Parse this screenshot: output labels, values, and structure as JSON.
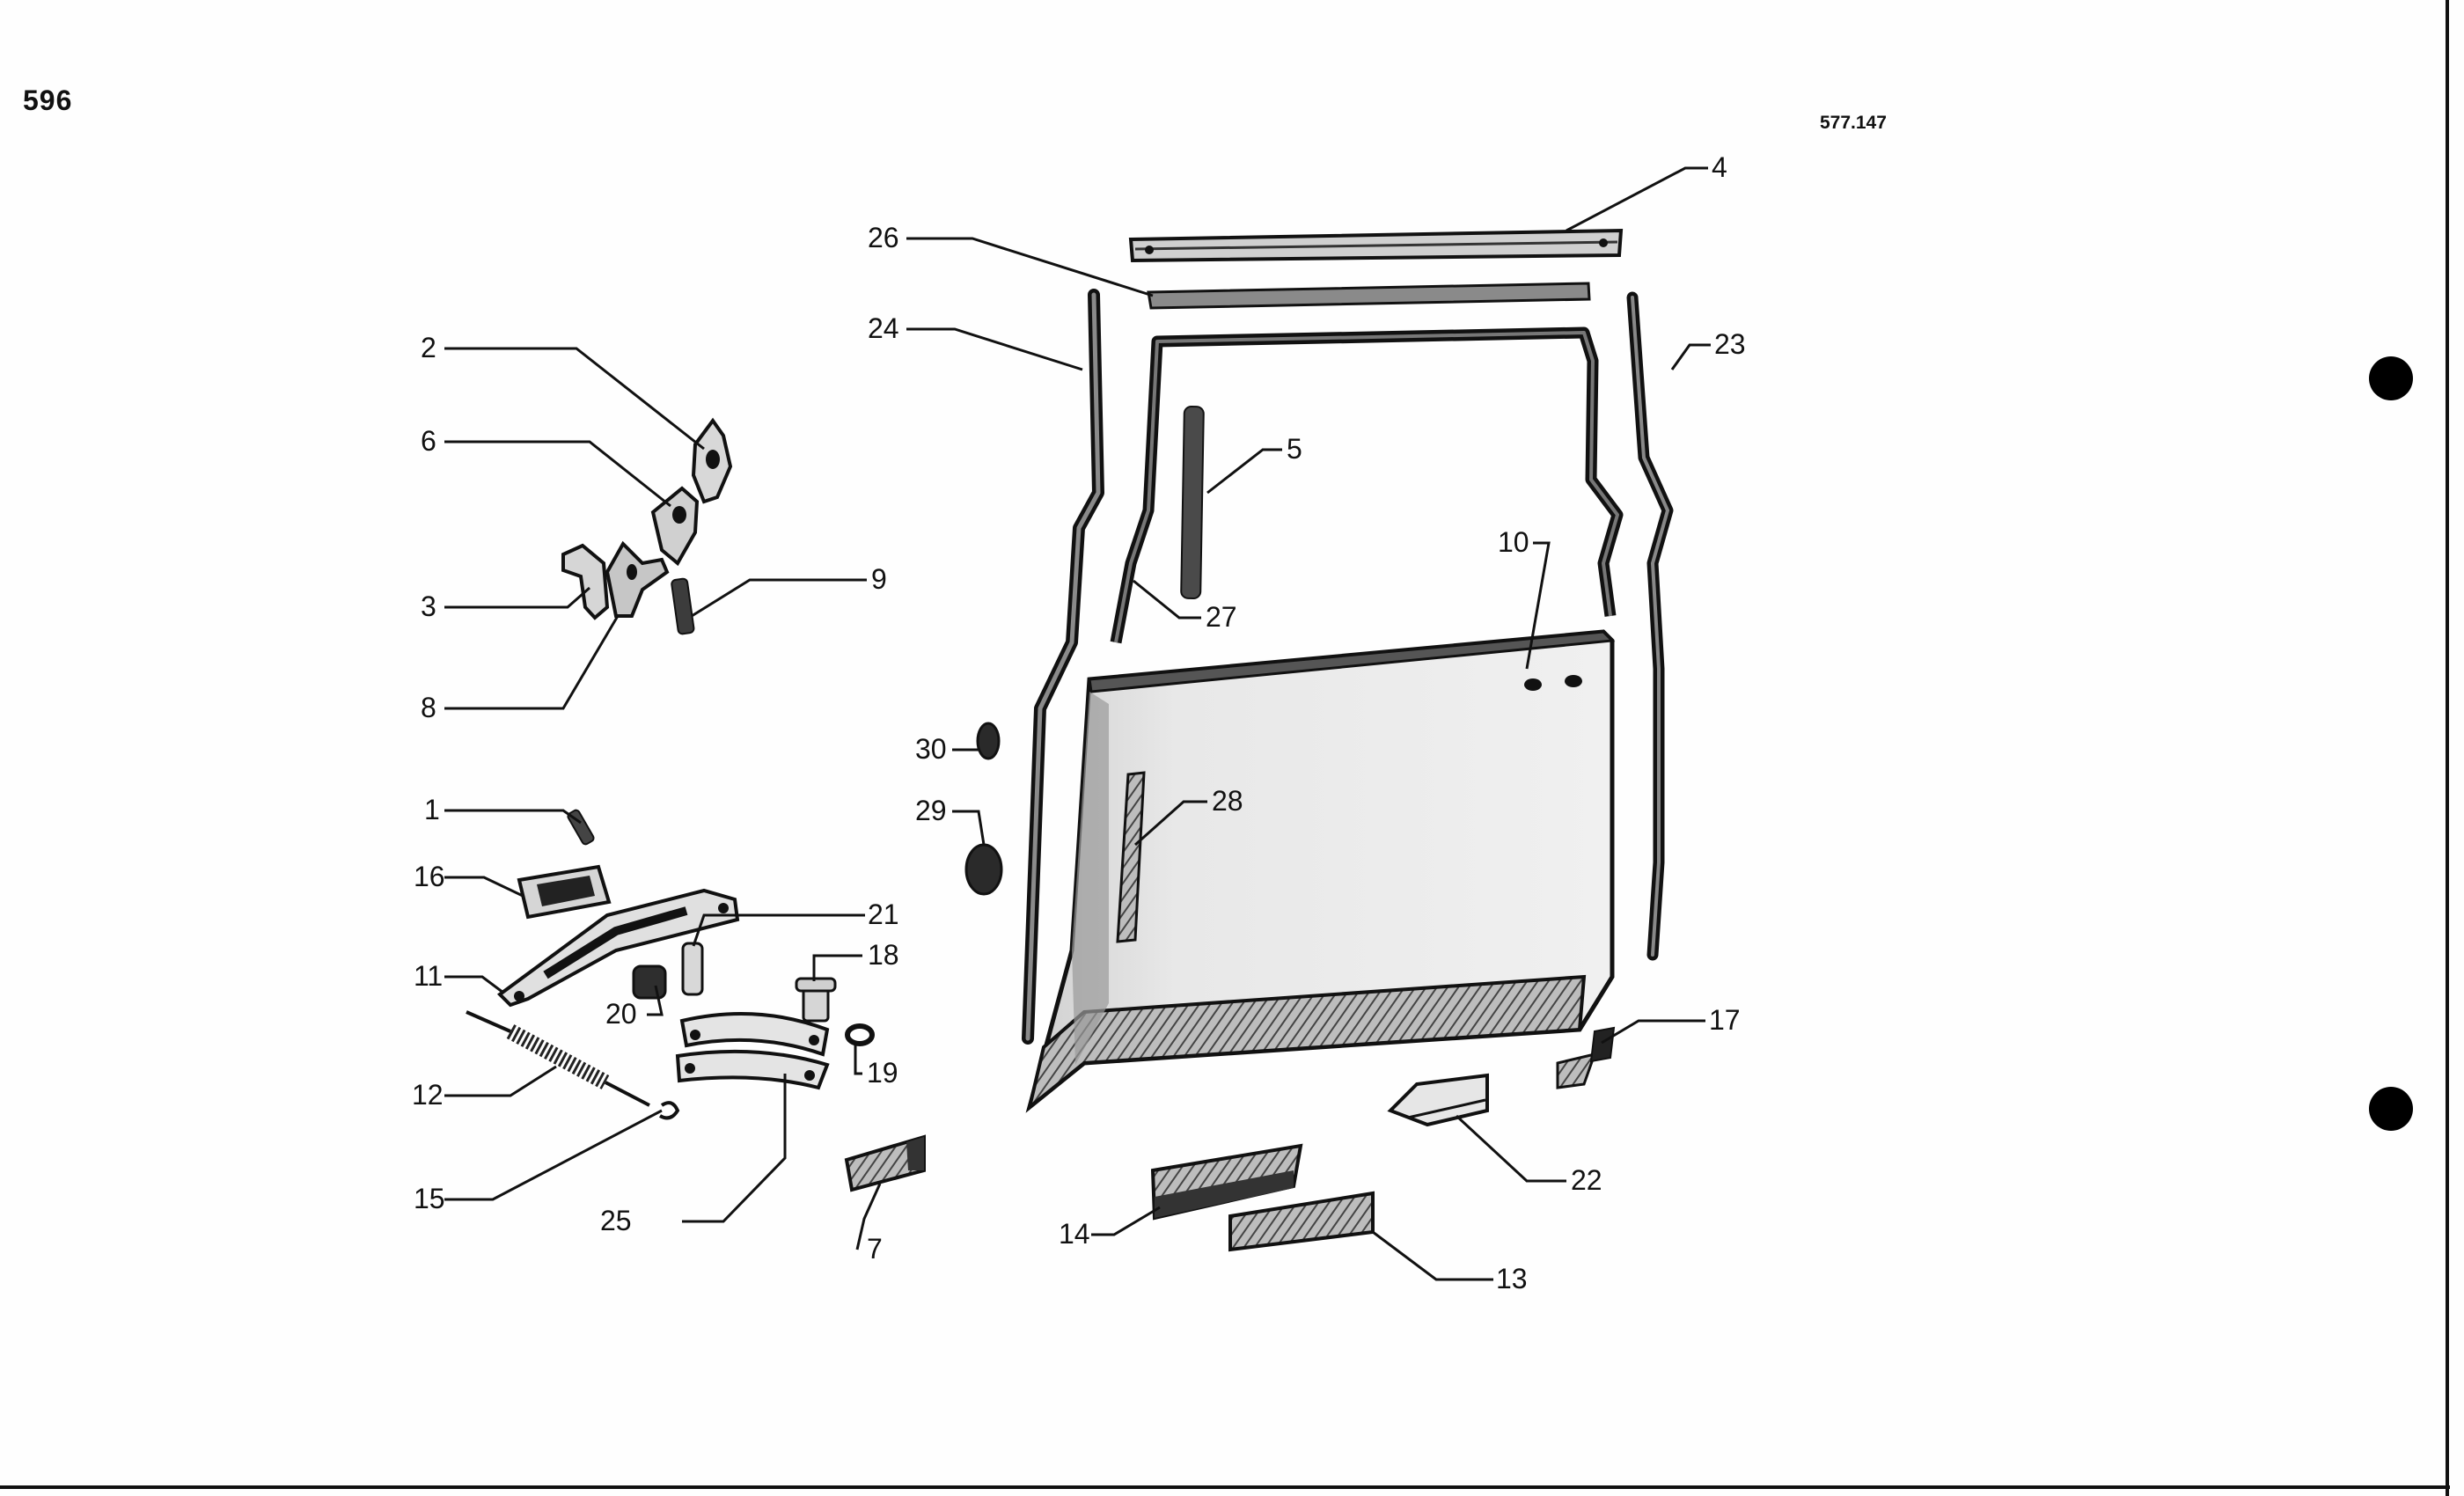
{
  "page_number": "596",
  "drawing_ref": "577.147",
  "callouts": {
    "c1": "1",
    "c2": "2",
    "c3": "3",
    "c4": "4",
    "c5": "5",
    "c6": "6",
    "c7": "7",
    "c8": "8",
    "c9": "9",
    "c10": "10",
    "c11": "11",
    "c12": "12",
    "c13": "13",
    "c14": "14",
    "c15": "15",
    "c16": "16",
    "c17": "17",
    "c18": "18",
    "c19": "19",
    "c20": "20",
    "c21": "21",
    "c22": "22",
    "c23": "23",
    "c24": "24",
    "c25": "25",
    "c26": "26",
    "c27": "27",
    "c28": "28",
    "c29": "29",
    "c30": "30"
  }
}
